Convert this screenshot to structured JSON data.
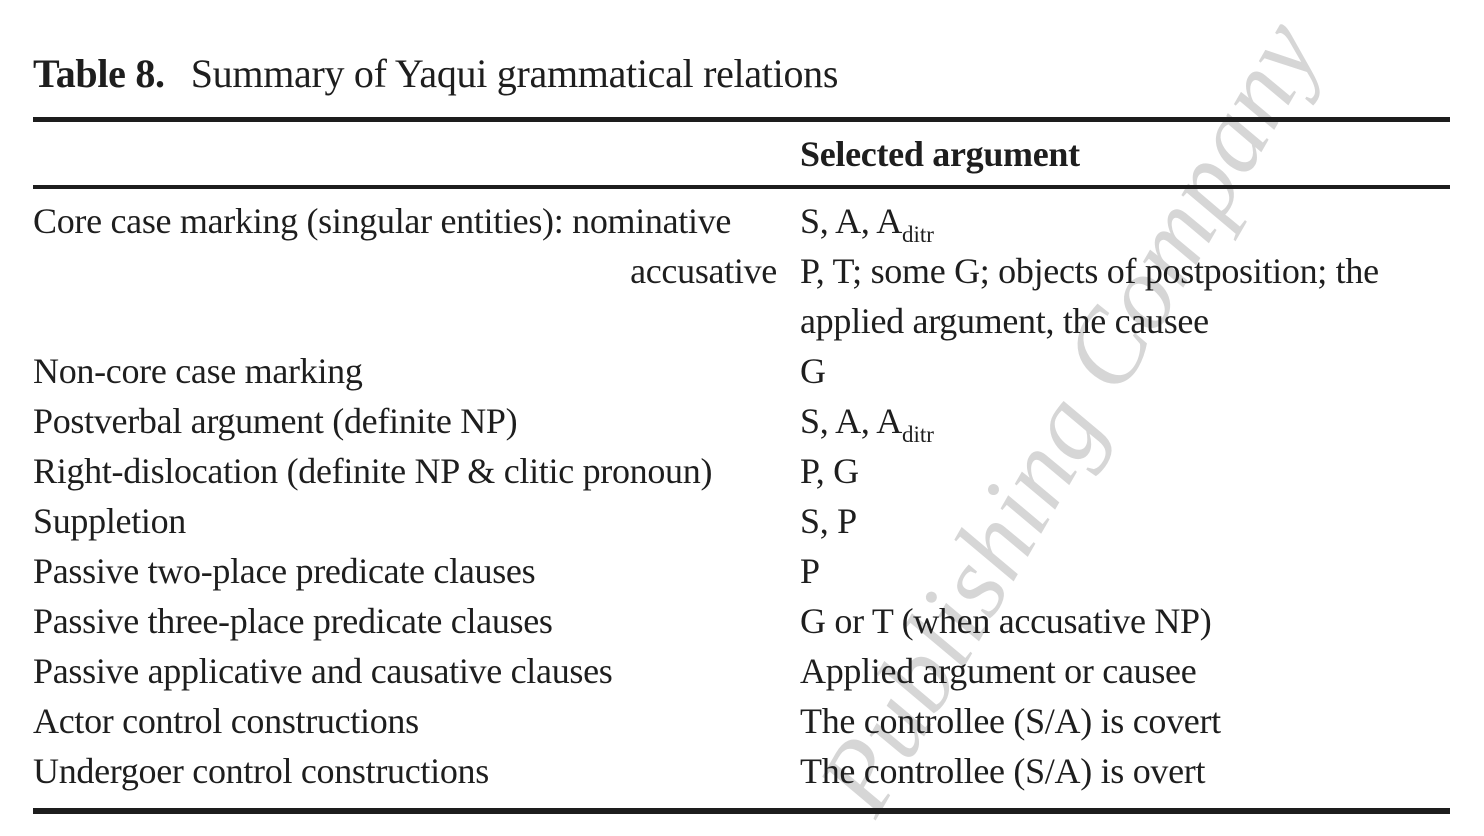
{
  "caption": {
    "label": "Table 8.",
    "text": "Summary of Yaqui grammatical relations"
  },
  "watermark": {
    "text": "Publishing Company",
    "color": "#d6d6d6"
  },
  "table": {
    "header": {
      "construction": "",
      "argument": "Selected argument"
    },
    "rows": [
      {
        "construction_line1": "Core case marking (singular entities): nominative",
        "construction_line2": "accusative",
        "argument_line1_prefix": "S, A, A",
        "argument_line1_sub": "ditr",
        "argument_line2": "P, T; some G; objects of postposition; the",
        "argument_line3": "applied argument, the causee"
      },
      {
        "construction": "Non-core case marking",
        "argument": "G"
      },
      {
        "construction": "Postverbal argument (definite NP)",
        "argument_prefix": "S, A, A",
        "argument_sub": "ditr"
      },
      {
        "construction": "Right-dislocation (definite NP & clitic pronoun)",
        "argument": "P, G"
      },
      {
        "construction": "Suppletion",
        "argument": "S, P"
      },
      {
        "construction": "Passive two-place predicate clauses",
        "argument": "P"
      },
      {
        "construction": "Passive three-place predicate clauses",
        "argument": "G or T (when accusative NP)"
      },
      {
        "construction": "Passive applicative and causative clauses",
        "argument": "Applied argument or causee"
      },
      {
        "construction": "Actor control constructions",
        "argument": "The controllee (S/A) is covert"
      },
      {
        "construction": "Undergoer control constructions",
        "argument": "The controllee (S/A) is overt"
      }
    ]
  }
}
